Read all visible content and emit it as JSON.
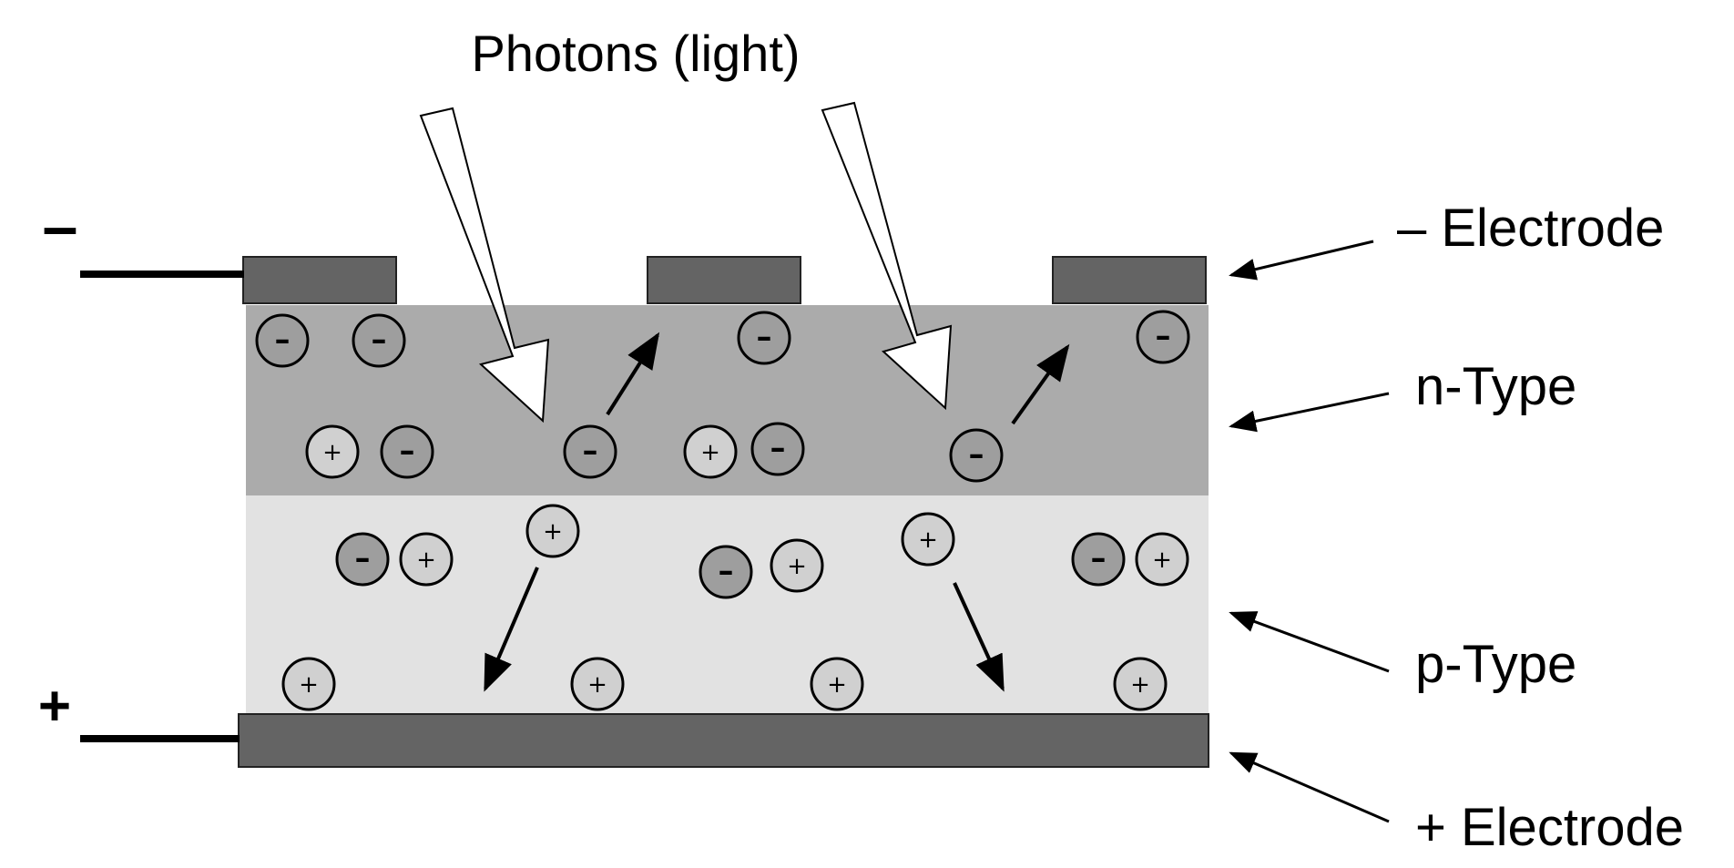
{
  "title": "Photons (light)",
  "labels": {
    "neg_electrode": "– Electrode",
    "n_type": "n-Type",
    "p_type": "p-Type",
    "pos_electrode": "+ Electrode"
  },
  "terminals": {
    "negative": "–",
    "positive": "+"
  },
  "charge_symbols": {
    "electron": "–",
    "hole": "+"
  },
  "colors": {
    "electrode": "#646464",
    "n_type": "#ababab",
    "p_type": "#e2e2e2",
    "electron_fill": "#9e9e9e",
    "hole_fill": "#d0d0d0"
  }
}
